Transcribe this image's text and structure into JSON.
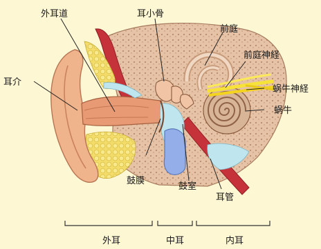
{
  "labels": {
    "ear_canal": "外耳道",
    "auricle": "耳介",
    "ossicles": "耳小骨",
    "vestibule": "前庭",
    "vestibular_nerve": "前庭神経",
    "cochlear_nerve": "蜗牛神経",
    "cochlea": "蜗牛",
    "eardrum": "鼓膜",
    "tympanic_cavity": "鼓室",
    "eustachian_tube": "耳管"
  },
  "sections": {
    "outer": "外耳",
    "middle": "中耳",
    "inner": "内耳"
  },
  "colors": {
    "background": "#fdf7d4",
    "bone": "#e6c3a6",
    "skin": "#f0b48c",
    "canal": "#e89a74",
    "fat": "#f3dc6a",
    "fluid": "#bfe6ee",
    "muscle": "#c6323a",
    "tube": "#93aee8",
    "nerve": "#f7e23a"
  }
}
